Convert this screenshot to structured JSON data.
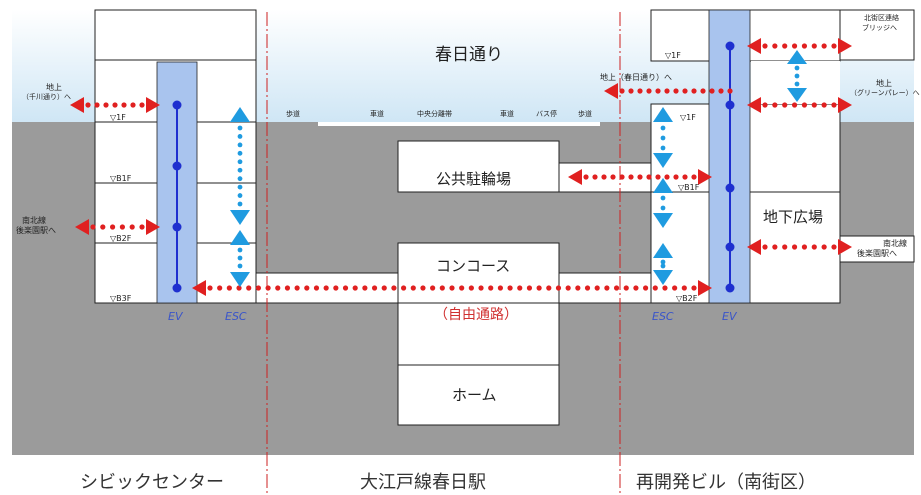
{
  "street": {
    "name": "春日通り"
  },
  "street_parts": {
    "sidewalk_l": "歩道",
    "road_l": "車道",
    "median": "中央分離帯",
    "road_r": "車道",
    "bus_stop": "バス停",
    "sidewalk_r": "歩道"
  },
  "rooms": {
    "parking": "公共駐輪場",
    "concourse": "コンコース",
    "free_passage": "（自由通路）",
    "platform": "ホーム",
    "underground_plaza": "地下広場"
  },
  "floors_left": [
    "▽1F",
    "▽B1F",
    "▽B2F",
    "▽B3F"
  ],
  "floors_right": [
    "▽1F",
    "▽1F",
    "▽B1F",
    "▽B2F"
  ],
  "destinations": {
    "left_ground_line1": "地上",
    "left_ground_line2": "（千川通り）へ",
    "left_subway_line1": "南北線",
    "left_subway_line2": "後楽園駅へ",
    "right_bridge_line1": "北街区連絡",
    "right_bridge_line2": "ブリッジへ",
    "right_ground_line1": "地上",
    "right_ground_line2": "（グリーンパレー）へ",
    "right_subway_line1": "南北線",
    "right_subway_line2": "後楽園駅へ",
    "center_ground": "地上（春日通り）へ"
  },
  "equipment": {
    "ev_left": "EV",
    "esc_left": "ESC",
    "esc_right": "ESC",
    "ev_right": "EV"
  },
  "sections": {
    "left": "シビックセンター",
    "center": "大江戸線春日駅",
    "right": "再開発ビル（南街区）"
  },
  "colors": {
    "ground": "#9b9b9b",
    "sky": "#dcecf7",
    "shaft": "#a9c4ee",
    "elevator": "#1e2fcf",
    "route": "#e02020",
    "escalator": "#1f9be0"
  }
}
